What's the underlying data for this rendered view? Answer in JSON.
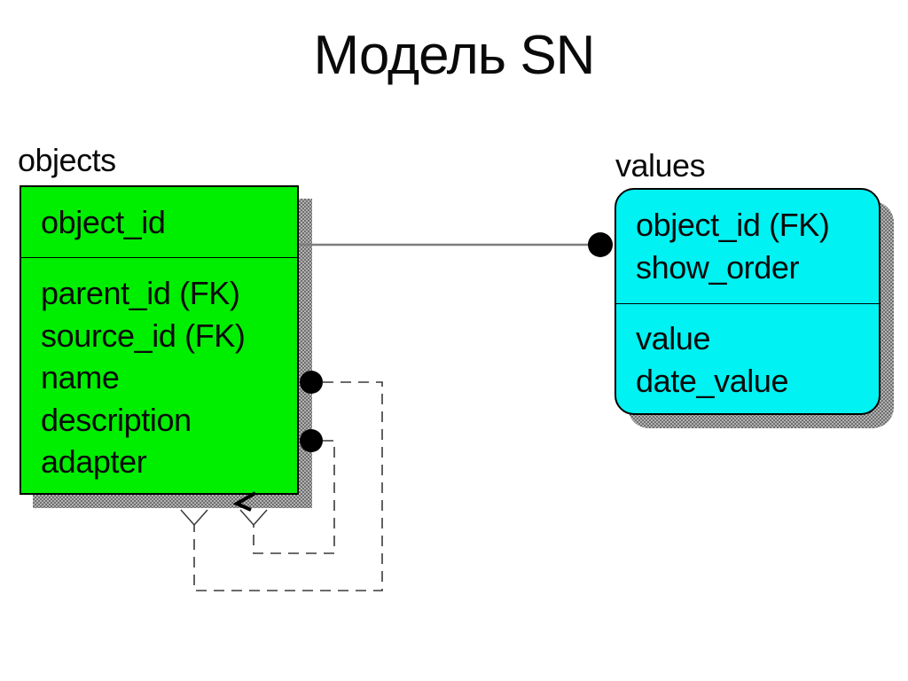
{
  "slide": {
    "title": "Модель SN"
  },
  "colors": {
    "objects_fill": "#00ef00",
    "values_fill": "#00f2f2",
    "relationship_line": "#7d7d7d",
    "dashed_line": "#3a3a3a",
    "cardinality_dot": "#000000",
    "shadow_base": "#b2b2b2",
    "shadow_dot": "#6f6f6f",
    "text": "#0a0a0a"
  },
  "entities": [
    {
      "id": "objects",
      "label": "objects",
      "key_attributes": [
        "object_id"
      ],
      "attributes": [
        "parent_id (FK)",
        "source_id (FK)",
        "name",
        "description",
        "adapter"
      ]
    },
    {
      "id": "values",
      "label": "values",
      "key_attributes": [
        "object_id (FK)",
        "show_order"
      ],
      "attributes": [
        "value",
        "date_value"
      ]
    }
  ],
  "relationships": [
    {
      "from": "objects",
      "to": "values",
      "line_style": "solid",
      "child_end_marker": "filled-dot"
    },
    {
      "from": "objects",
      "to": "objects",
      "line_style": "dashed",
      "parent_end_marker": "filled-dot",
      "child_end_marker": "crows-foot"
    },
    {
      "from": "objects",
      "to": "objects",
      "line_style": "dashed",
      "parent_end_marker": "filled-dot",
      "child_end_marker": "crows-foot"
    }
  ]
}
